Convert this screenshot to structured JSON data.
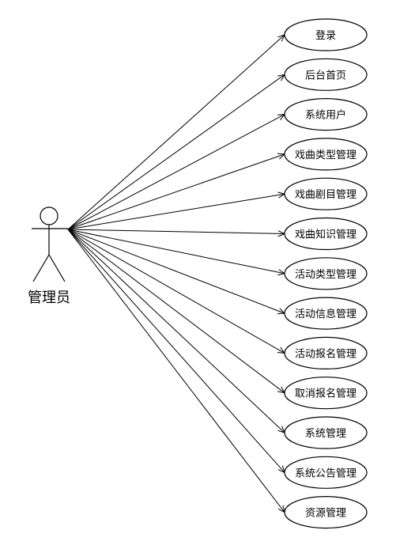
{
  "diagram": {
    "actor": {
      "name": "管理员"
    },
    "use_cases": [
      {
        "label": "登录"
      },
      {
        "label": "后台首页"
      },
      {
        "label": "系统用户"
      },
      {
        "label": "戏曲类型管理"
      },
      {
        "label": "戏曲剧目管理"
      },
      {
        "label": "戏曲知识管理"
      },
      {
        "label": "活动类型管理"
      },
      {
        "label": "活动信息管理"
      },
      {
        "label": "活动报名管理"
      },
      {
        "label": "取消报名管理"
      },
      {
        "label": "系统管理"
      },
      {
        "label": "系统公告管理"
      },
      {
        "label": "资源管理"
      }
    ]
  }
}
